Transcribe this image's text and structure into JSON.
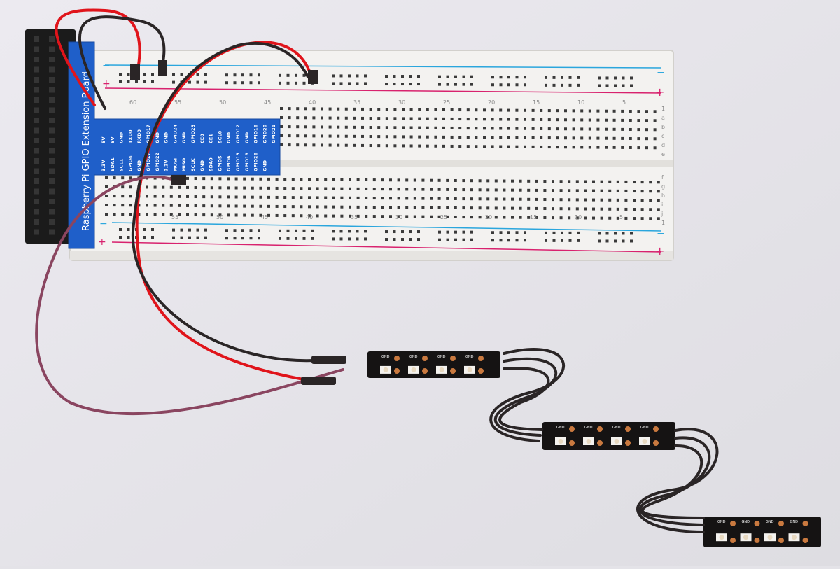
{
  "colors": {
    "background": "#e4e3e8",
    "breadboard": "#f1f0ee",
    "rail_red": "#d8226e",
    "rail_blue": "#2aa6dd",
    "pcb_blue": "#1f5fc9",
    "header_black": "#1b1b1b",
    "strip_black": "#151313",
    "copper": "#c9793f",
    "wire_red": "#e0141b",
    "wire_black": "#2a2526",
    "wire_purple": "#8a4560"
  },
  "breadboard": {
    "rail_plus": "+",
    "rail_minus": "−",
    "column_numbers_top": [
      "60",
      "55",
      "50",
      "45",
      "40",
      "35",
      "30",
      "25",
      "20",
      "15",
      "10",
      "5"
    ],
    "column_numbers_bottom": [
      "55",
      "50",
      "45",
      "40",
      "35",
      "30",
      "25",
      "20",
      "15",
      "10",
      "5"
    ],
    "row_letters_top": [
      "1",
      "a",
      "b",
      "c",
      "d",
      "e"
    ],
    "row_letters_bottom": [
      "f",
      "g",
      "h",
      "i",
      "j",
      "1"
    ]
  },
  "gpio_board": {
    "title": "Raspberry Pi GPIO Extension Board",
    "top_row": [
      "5V",
      "5V",
      "GND",
      "TXD0",
      "RXD0",
      "GPIO17",
      "GND",
      "GND",
      "GPIO24",
      "GND",
      "GPIO25",
      "CE0",
      "CE1",
      "SCL0",
      "GND",
      "GPIO12",
      "GND",
      "GPIO16",
      "GPIO20",
      "GPIO21"
    ],
    "bottom_row": [
      "3.3V",
      "SDA1",
      "SCL1",
      "GPIO4",
      "GND",
      "GPIO27",
      "GPIO22",
      "3.3V",
      "MOSI",
      "MISO",
      "SCLK",
      "GND",
      "SDA0",
      "GPIO5",
      "GPIO6",
      "GPIO13",
      "GPIO19",
      "GPIO26",
      "GND"
    ]
  },
  "led_strips": {
    "pad_label": "GND",
    "segments": [
      {
        "name": "strip-segment-1",
        "leds": 4
      },
      {
        "name": "strip-segment-2",
        "leds": 4
      },
      {
        "name": "strip-segment-3",
        "leds": 4
      }
    ]
  }
}
